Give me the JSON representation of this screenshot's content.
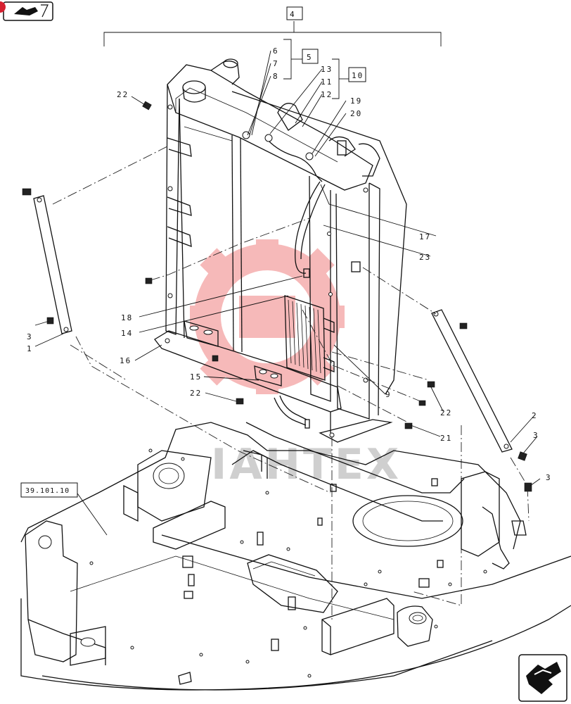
{
  "callouts": {
    "c1": "1",
    "c2": "2",
    "c3a": "3",
    "c3b": "3",
    "c3c": "3",
    "c4": "4",
    "c5": "5",
    "c6": "6",
    "c7": "7",
    "c8": "8",
    "c9": "9",
    "c10": "10",
    "c11": "11",
    "c12": "12",
    "c13": "13",
    "c14": "14",
    "c15": "15",
    "c16": "16",
    "c17": "17",
    "c18": "18",
    "c19": "19",
    "c20": "20",
    "c21": "21",
    "c22a": "22",
    "c22b": "22",
    "c22c": "22",
    "c23": "23"
  },
  "reference_box": "39.101.10",
  "watermark": "IAHTEX",
  "icons": {
    "top_left": "previous-arrow-icon",
    "bottom_right": "next-arrow-icon"
  },
  "colors": {
    "line": "#111111",
    "watermark_red": "#f08080",
    "corner_badge": "#d62030"
  }
}
